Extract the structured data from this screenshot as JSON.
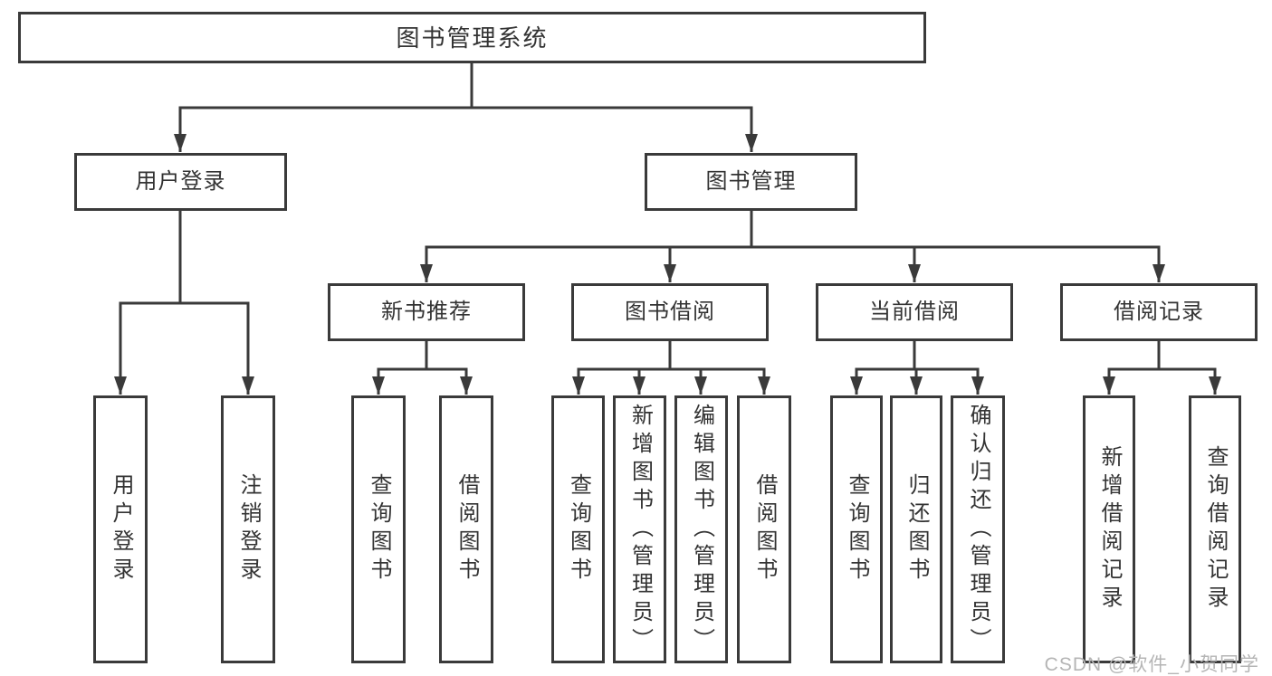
{
  "colors": {
    "line_color": "#3a3a3a",
    "text_color": "#333333",
    "watermark_color": "#b5b5b5",
    "bg_color": "#ffffff"
  },
  "watermark": {
    "text": "CSDN @软件_小贺同学"
  },
  "diagram": {
    "root": {
      "label": "图书管理系统"
    },
    "branches": [
      {
        "label": "用户登录",
        "children": [
          {
            "label": "用户登录"
          },
          {
            "label": "注销登录"
          }
        ]
      },
      {
        "label": "图书管理",
        "children": [
          {
            "label": "新书推荐",
            "children": [
              {
                "label": "查询图书"
              },
              {
                "label": "借阅图书"
              }
            ]
          },
          {
            "label": "图书借阅",
            "children": [
              {
                "label": "查询图书"
              },
              {
                "label": "新增图书（管理员）"
              },
              {
                "label": "编辑图书（管理员）"
              },
              {
                "label": "借阅图书"
              }
            ]
          },
          {
            "label": "当前借阅",
            "children": [
              {
                "label": "查询图书"
              },
              {
                "label": "归还图书"
              },
              {
                "label": "确认归还（管理员）"
              }
            ]
          },
          {
            "label": "借阅记录",
            "children": [
              {
                "label": "新增借阅记录"
              },
              {
                "label": "查询借阅记录"
              }
            ]
          }
        ]
      }
    ]
  }
}
